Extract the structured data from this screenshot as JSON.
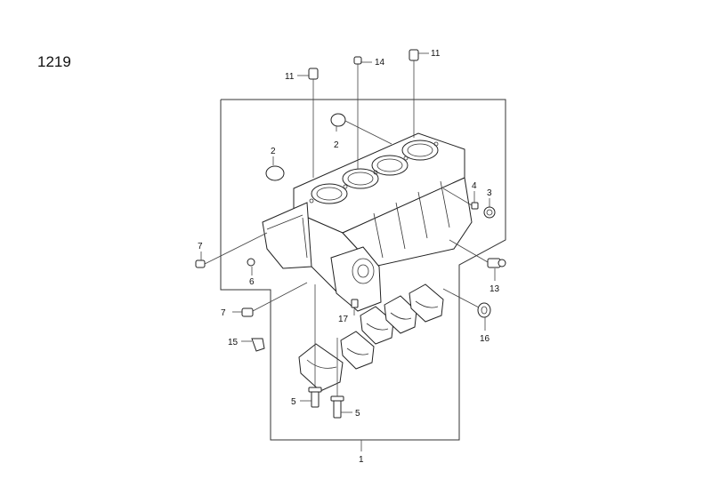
{
  "figure_number": "1219",
  "callouts": [
    {
      "id": "c11a",
      "label": "11"
    },
    {
      "id": "c14",
      "label": "14"
    },
    {
      "id": "c11b",
      "label": "11"
    },
    {
      "id": "c2a",
      "label": "2"
    },
    {
      "id": "c2b",
      "label": "2"
    },
    {
      "id": "c4",
      "label": "4"
    },
    {
      "id": "c3",
      "label": "3"
    },
    {
      "id": "c7a",
      "label": "7"
    },
    {
      "id": "c6",
      "label": "6"
    },
    {
      "id": "c13",
      "label": "13"
    },
    {
      "id": "c7b",
      "label": "7"
    },
    {
      "id": "c17",
      "label": "17"
    },
    {
      "id": "c16",
      "label": "16"
    },
    {
      "id": "c15",
      "label": "15"
    },
    {
      "id": "c5a",
      "label": "5"
    },
    {
      "id": "c5b",
      "label": "5"
    },
    {
      "id": "c1",
      "label": "1"
    }
  ]
}
